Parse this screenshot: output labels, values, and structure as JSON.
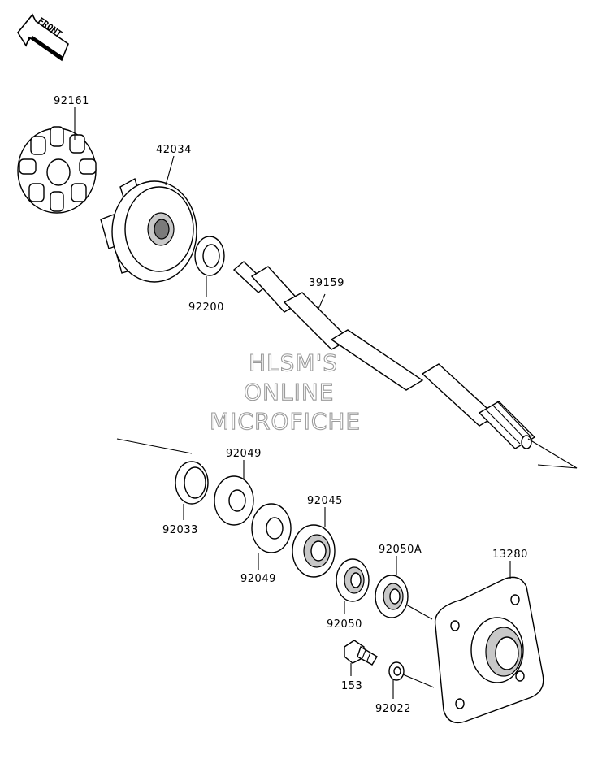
{
  "direction_marker": {
    "label": "FRONT"
  },
  "watermark": {
    "line1": "HLSM'S",
    "line2": "ONLINE",
    "line3": "MICROFICHE"
  },
  "parts": {
    "p92161": "92161",
    "p42034": "42034",
    "p92200": "92200",
    "p39159": "39159",
    "p92049a": "92049",
    "p92033": "92033",
    "p92049b": "92049",
    "p92045": "92045",
    "p92050a": "92050A",
    "p92050": "92050",
    "p13280": "13280",
    "p153": "153",
    "p92022": "92022"
  }
}
